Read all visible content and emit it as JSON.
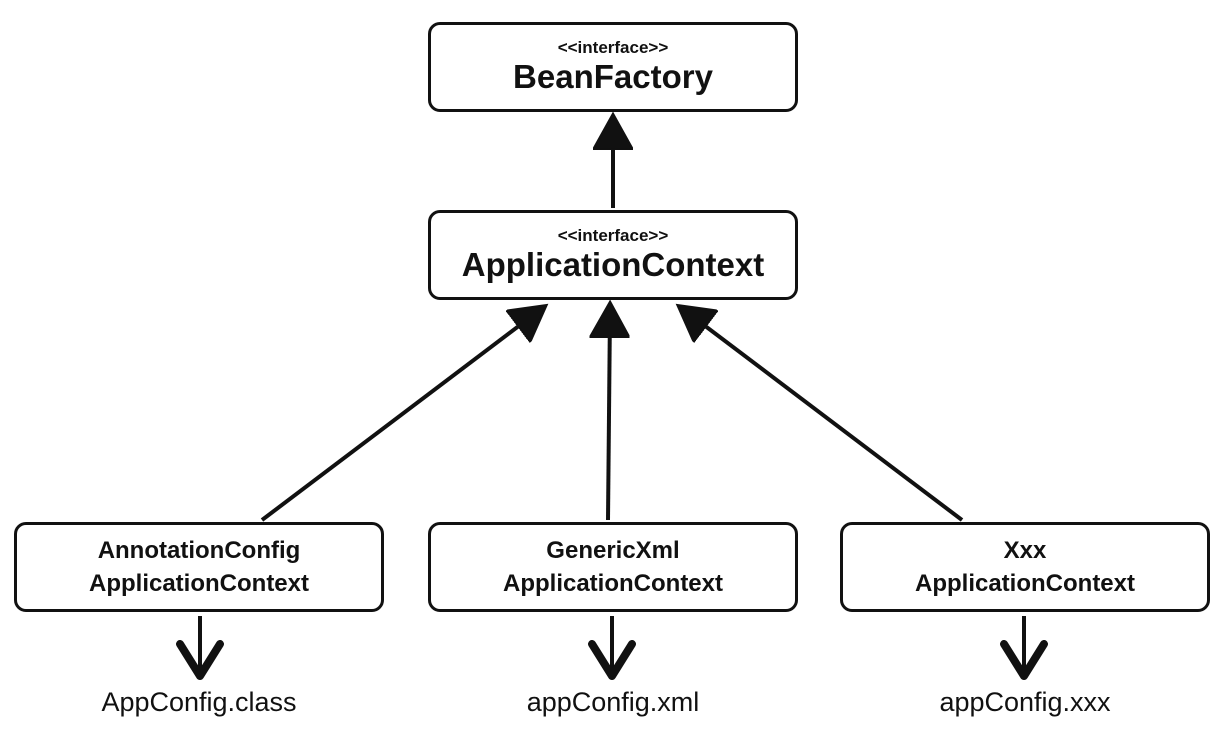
{
  "nodes": {
    "bean_factory": {
      "stereotype": "<<interface>>",
      "name": "BeanFactory"
    },
    "application_context": {
      "stereotype": "<<interface>>",
      "name": "ApplicationContext"
    },
    "annotation_config": {
      "line1": "AnnotationConfig",
      "line2": "ApplicationContext",
      "config": "AppConfig.class"
    },
    "generic_xml": {
      "line1": "GenericXml",
      "line2": "ApplicationContext",
      "config": "appConfig.xml"
    },
    "xxx": {
      "line1": "Xxx",
      "line2": "ApplicationContext",
      "config": "appConfig.xxx"
    }
  },
  "colors": {
    "stroke": "#111111",
    "background": "#ffffff"
  }
}
